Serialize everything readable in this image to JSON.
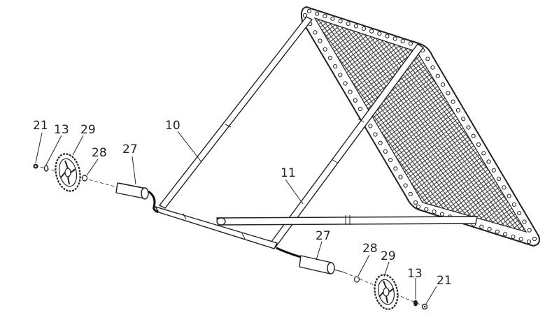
{
  "diagram": {
    "callouts": [
      {
        "id": "c21a",
        "text": "21"
      },
      {
        "id": "c13a",
        "text": "13"
      },
      {
        "id": "c29a",
        "text": "29"
      },
      {
        "id": "c28a",
        "text": "28"
      },
      {
        "id": "c27a",
        "text": "27"
      },
      {
        "id": "c10",
        "text": "10"
      },
      {
        "id": "c11",
        "text": "11"
      },
      {
        "id": "c27b",
        "text": "27"
      },
      {
        "id": "c28b",
        "text": "28"
      },
      {
        "id": "c29b",
        "text": "29"
      },
      {
        "id": "c13b",
        "text": "13"
      },
      {
        "id": "c21b",
        "text": "21"
      }
    ]
  }
}
